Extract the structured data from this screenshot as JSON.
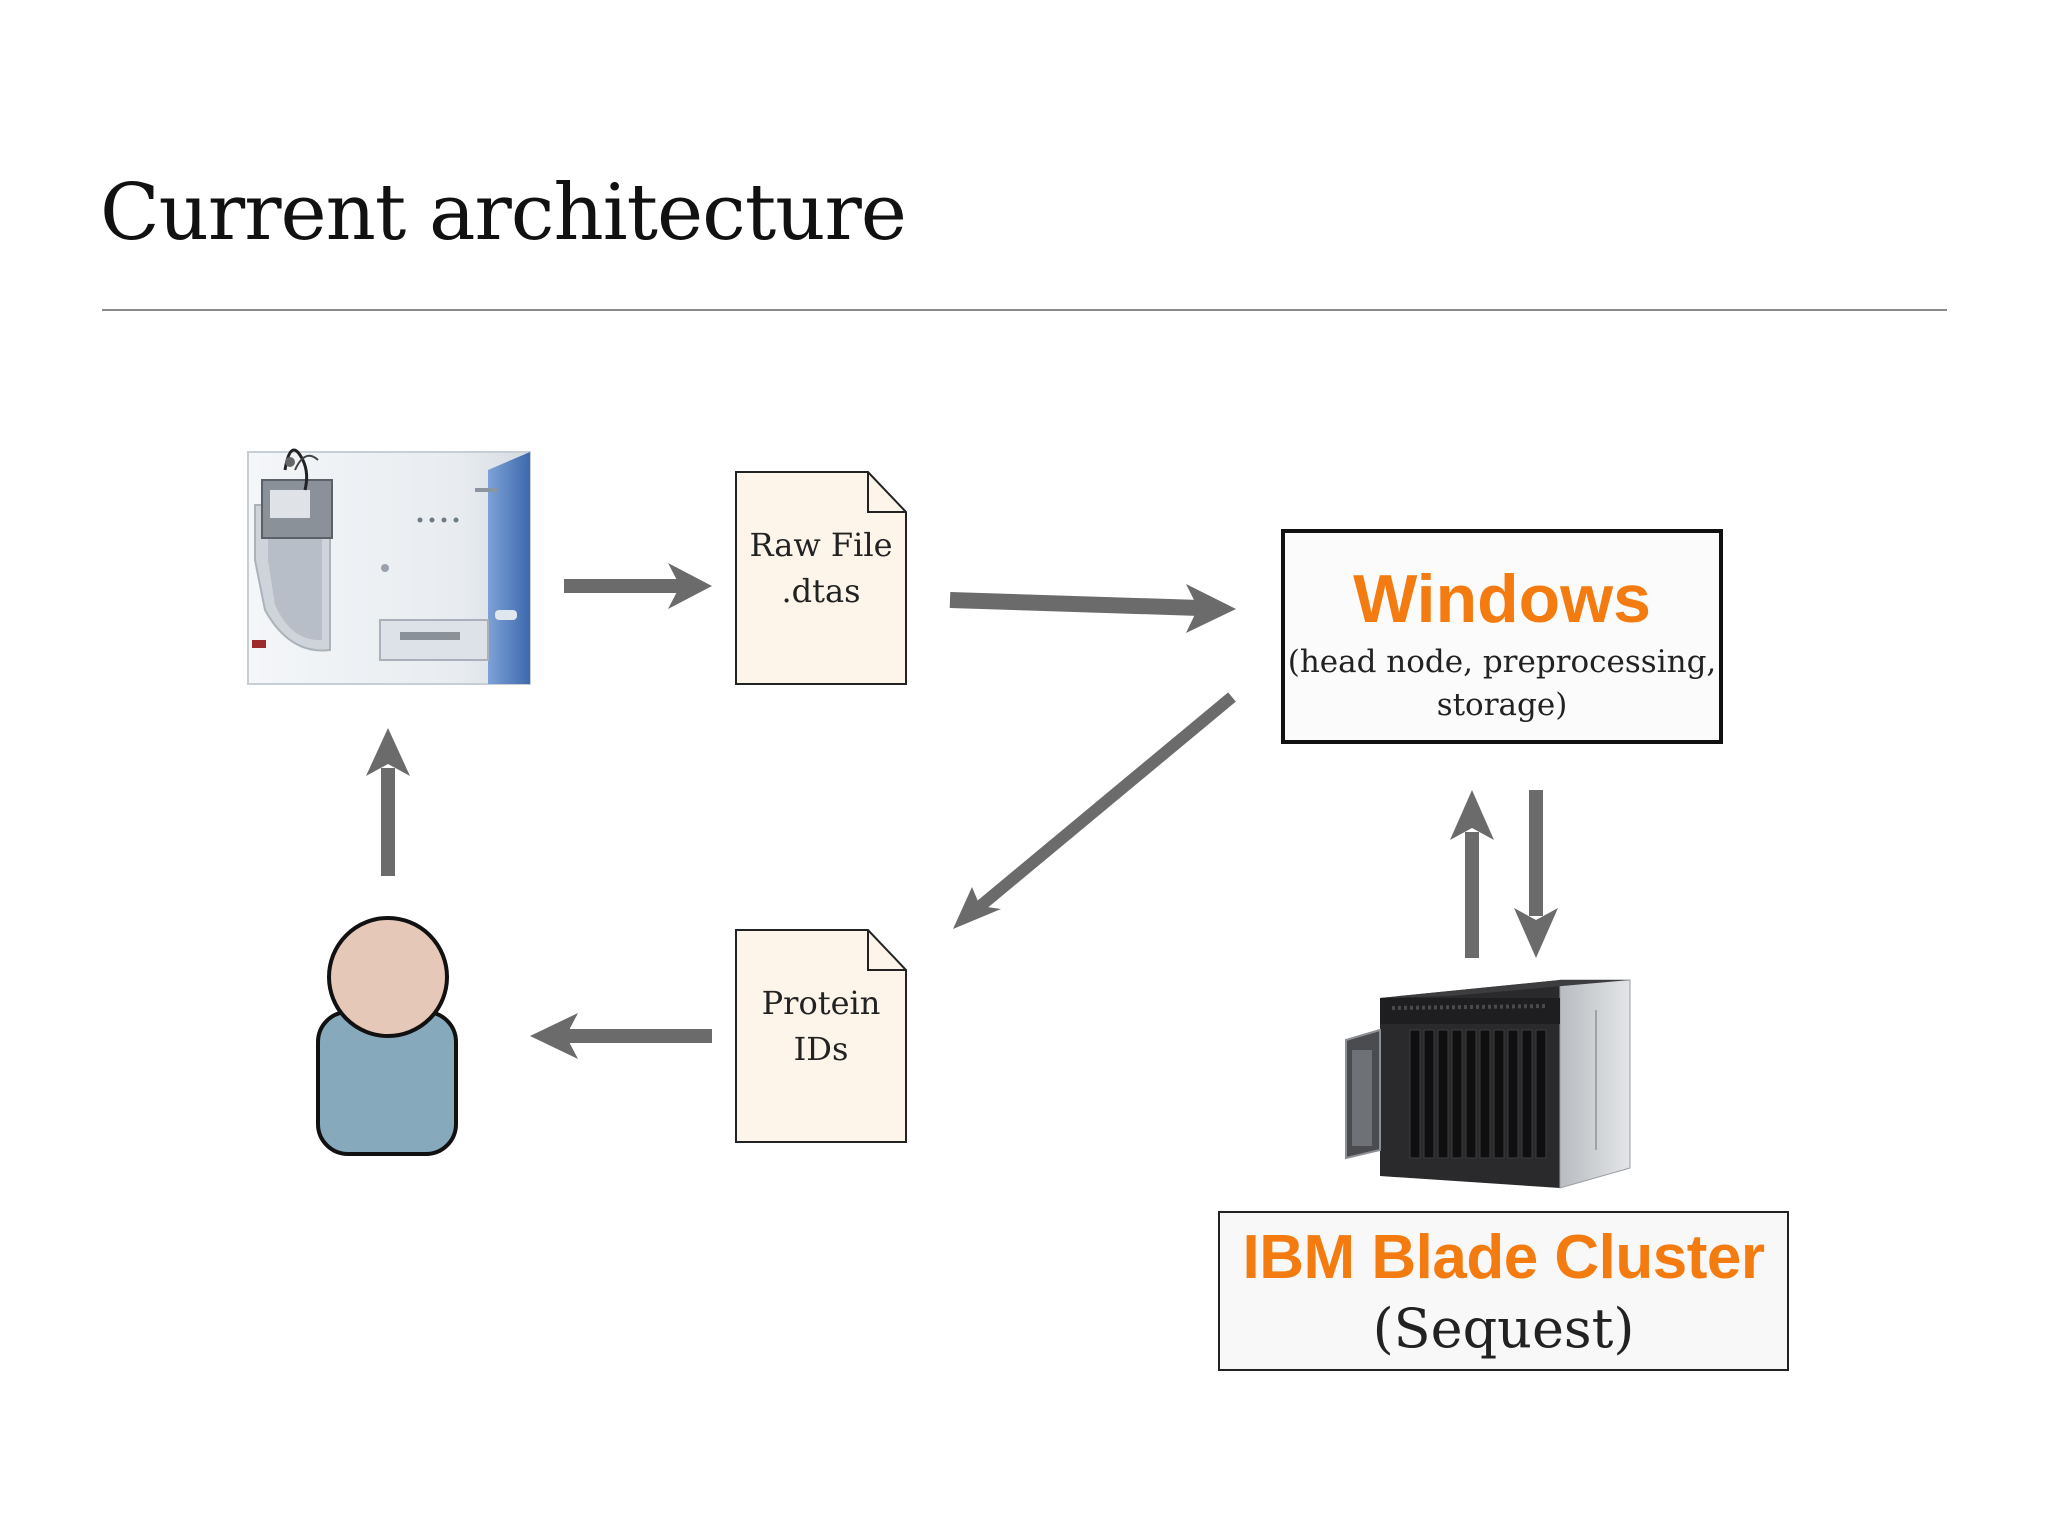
{
  "slide": {
    "title": "Current architecture"
  },
  "raw_file_doc": {
    "line1": "Raw File",
    "line2": ".dtas"
  },
  "protein_doc": {
    "line1": "Protein",
    "line2": "IDs"
  },
  "windows_box": {
    "title": "Windows",
    "subtitle_line1": "(head node, preprocessing,",
    "subtitle_line2": "storage)"
  },
  "ibm_box": {
    "title": "IBM Blade Cluster",
    "subtitle": "(Sequest)"
  },
  "colors": {
    "accent_orange": "#f47b10",
    "arrow_gray": "#6b6b6b",
    "doc_fill": "#fdf5ea",
    "person_head": "#e5c8b8",
    "person_body": "#87a9bc",
    "instrument_blue": "#4f7fbf"
  },
  "icons": {
    "instrument": "mass-spectrometer-icon",
    "server": "blade-server-icon",
    "user": "person-icon",
    "document": "document-icon"
  }
}
